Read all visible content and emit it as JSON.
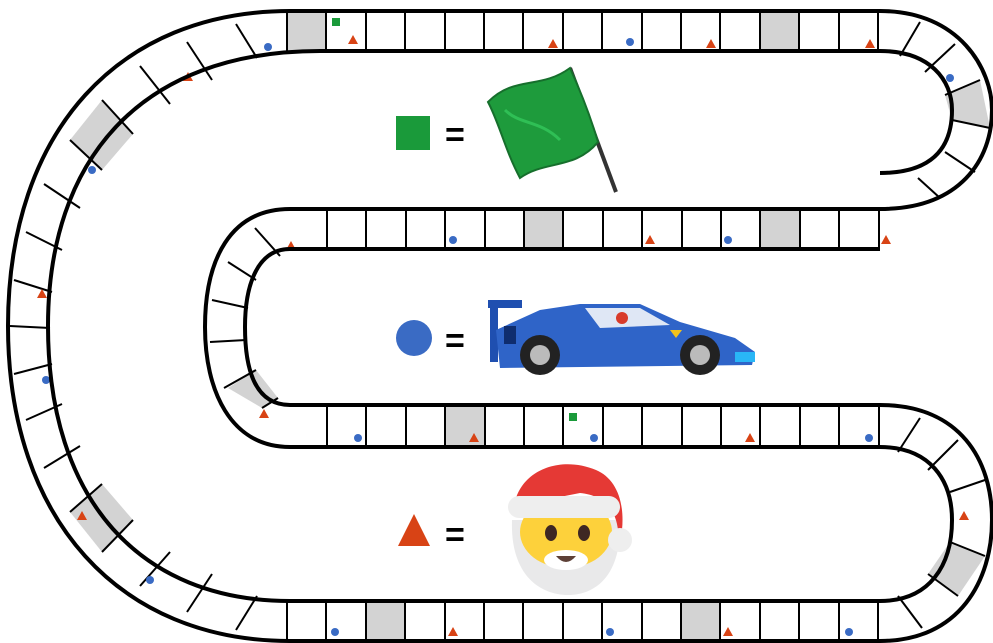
{
  "legend": [
    {
      "shape": "square",
      "color": "#1a9a3a",
      "equals": "=",
      "icon": "green-flag-icon"
    },
    {
      "shape": "circle",
      "color": "#3a6bc4",
      "equals": "=",
      "icon": "race-car-icon"
    },
    {
      "shape": "triangle",
      "color": "#d84315",
      "equals": "=",
      "icon": "santa-face-icon"
    }
  ],
  "board": {
    "shaded_square_color": "#d3d3d3",
    "track_line_color": "#000000",
    "marker_colors": {
      "blue": "#3a6bc4",
      "red": "#d84315",
      "green": "#1a9a3a"
    }
  }
}
